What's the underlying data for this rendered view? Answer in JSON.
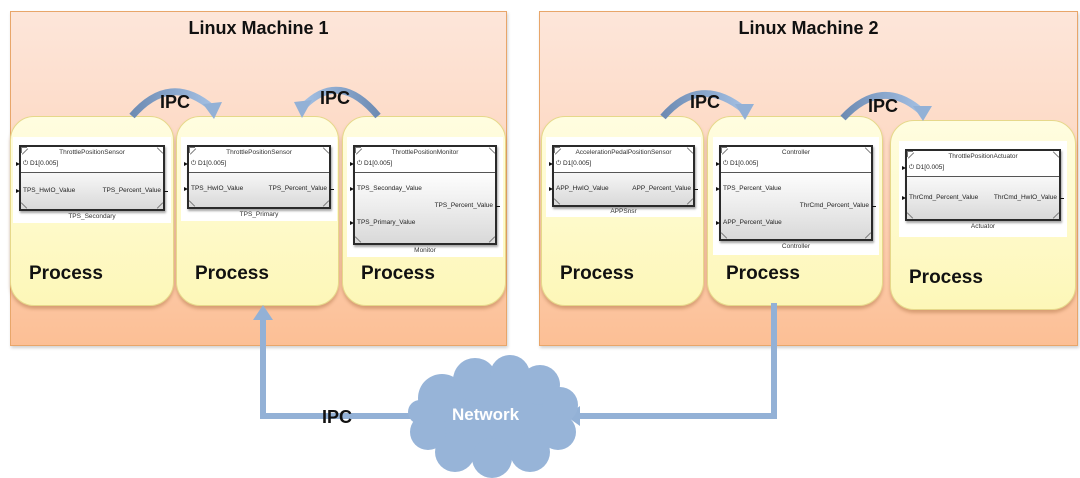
{
  "colors": {
    "arrow": "#93b1d6",
    "arrow_dark": "#6d8bb3",
    "cloud": "#97b4d8",
    "machine_top": "#fde6da",
    "machine_bottom": "#fcbf95",
    "process_fill": "#fdf7b8"
  },
  "machines": [
    {
      "title": "Linux Machine 1",
      "processes": [
        {
          "label": "Process",
          "block": {
            "name": "ThrottlePositionSensor",
            "clock": "D1[0.005]",
            "inputs": [
              "TPS_HwIO_Value"
            ],
            "outputs": [
              "TPS_Percent_Value"
            ],
            "caption": "TPS_Secondary"
          }
        },
        {
          "label": "Process",
          "block": {
            "name": "ThrottlePositionSensor",
            "clock": "D1[0.005]",
            "inputs": [
              "TPS_HwIO_Value"
            ],
            "outputs": [
              "TPS_Percent_Value"
            ],
            "caption": "TPS_Primary"
          }
        },
        {
          "label": "Process",
          "block": {
            "name": "ThrottlePositionMonitor",
            "clock": "D1[0.005]",
            "inputs": [
              "TPS_Seconday_Value",
              "TPS_Primary_Value"
            ],
            "outputs": [
              "TPS_Percent_Value"
            ],
            "caption": "Monitor"
          }
        }
      ],
      "ipc_labels": [
        "IPC",
        "IPC"
      ]
    },
    {
      "title": "Linux Machine 2",
      "processes": [
        {
          "label": "Process",
          "block": {
            "name": "AccelerationPedalPositionSensor",
            "clock": "D1[0.005]",
            "inputs": [
              "APP_HwIO_Value"
            ],
            "outputs": [
              "APP_Percent_Value"
            ],
            "caption": "APPSnsr"
          }
        },
        {
          "label": "Process",
          "block": {
            "name": "Controller",
            "clock": "D1[0.005]",
            "inputs": [
              "TPS_Percent_Value",
              "APP_Percent_Value"
            ],
            "outputs": [
              "ThrCmd_Percent_Value"
            ],
            "caption": "Controller"
          }
        },
        {
          "label": "Process",
          "block": {
            "name": "ThrottlePositionActuator",
            "clock": "D1[0.005]",
            "inputs": [
              "ThrCmd_Percent_Value"
            ],
            "outputs": [
              "ThrCmd_HwIO_Value"
            ],
            "caption": "Actuator"
          }
        }
      ],
      "ipc_labels": [
        "IPC",
        "IPC"
      ]
    }
  ],
  "network": {
    "label": "Network",
    "ipc_label": "IPC"
  }
}
